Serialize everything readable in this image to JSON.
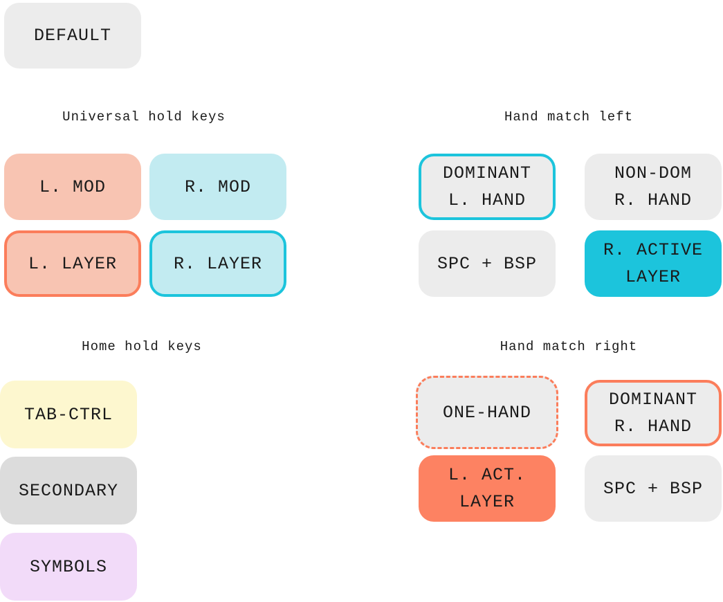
{
  "default_key": "DEFAULT",
  "headings": {
    "universal": "Universal hold keys",
    "home": "Home hold keys",
    "hand_left": "Hand match left",
    "hand_right": "Hand match right"
  },
  "universal": {
    "l_mod": "L. MOD",
    "r_mod": "R. MOD",
    "l_layer": "L. LAYER",
    "r_layer": "R. LAYER"
  },
  "home": {
    "tab_ctrl": "TAB-CTRL",
    "secondary": "SECONDARY",
    "symbols": "SYMBOLS"
  },
  "hand_left": {
    "dominant": "DOMINANT\nL. HAND",
    "non_dom": "NON-DOM\nR. HAND",
    "spc_bsp": "SPC + BSP",
    "active_layer": "R. ACTIVE\nLAYER"
  },
  "hand_right": {
    "one_hand": "ONE-HAND",
    "dominant": "DOMINANT\nR. HAND",
    "act_layer": "L. ACT.\nLAYER",
    "spc_bsp": "SPC + BSP"
  },
  "colors": {
    "gray": "#ececec",
    "salmon": "#f8c4b2",
    "light_cyan": "#c2ebf1",
    "yellow": "#fdf7cf",
    "dark_gray": "#dcdcdc",
    "lilac": "#f2dbf9",
    "cyan": "#1cc4dc",
    "orange": "#fd8262"
  }
}
